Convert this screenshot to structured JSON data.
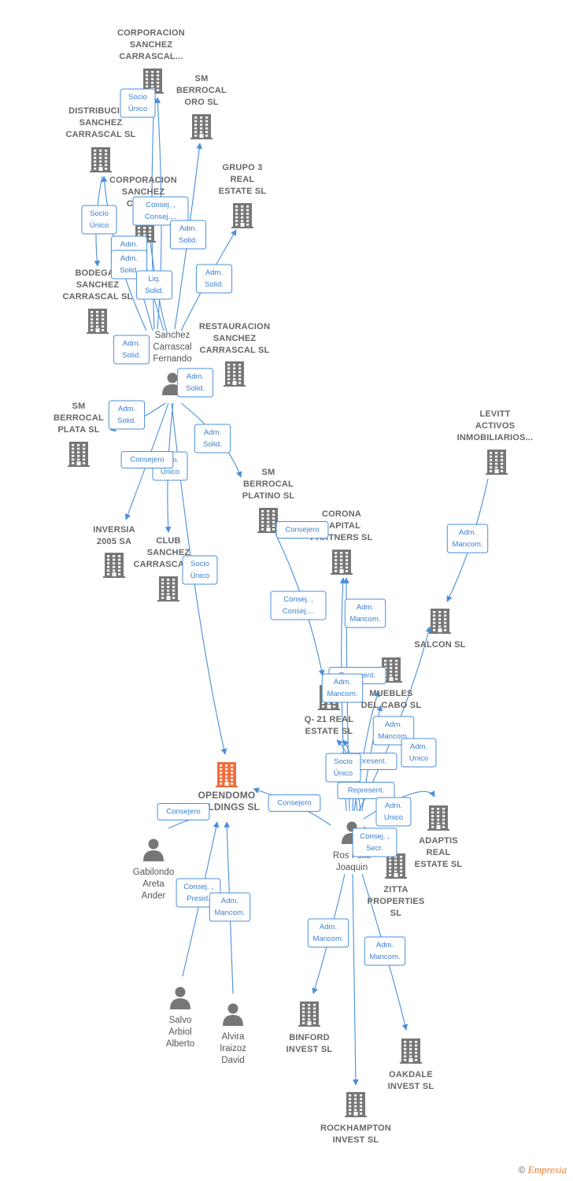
{
  "companies": [
    {
      "id": "corp1",
      "label": [
        "CORPORACION",
        "SANCHEZ",
        "CARRASCAL..."
      ]
    },
    {
      "id": "smoro",
      "label": [
        "SM",
        "BERROCAL",
        "ORO SL"
      ]
    },
    {
      "id": "dist",
      "label": [
        "DISTRIBUCION",
        "SANCHEZ",
        "CARRASCAL SL"
      ]
    },
    {
      "id": "corp2",
      "label": [
        "CORPORACION",
        "SANCHEZ",
        "CARR..."
      ]
    },
    {
      "id": "grupo3",
      "label": [
        "GRUPO 3",
        "REAL",
        "ESTATE  SL"
      ]
    },
    {
      "id": "bodegas",
      "label": [
        "BODEGAS",
        "SANCHEZ",
        "CARRASCAL SL"
      ]
    },
    {
      "id": "restauracion",
      "label": [
        "RESTAURACION",
        "SANCHEZ",
        "CARRASCAL SL"
      ]
    },
    {
      "id": "smplata",
      "label": [
        "SM",
        "BERROCAL",
        "PLATA SL"
      ]
    },
    {
      "id": "smplatino",
      "label": [
        "SM",
        "BERROCAL",
        "PLATINO SL"
      ]
    },
    {
      "id": "levitt",
      "label": [
        "LEVITT",
        "ACTIVOS",
        "INMOBILIARIOS..."
      ]
    },
    {
      "id": "inversia",
      "label": [
        "INVERSIA",
        "2005 SA"
      ]
    },
    {
      "id": "club",
      "label": [
        "CLUB",
        "SANCHEZ",
        "CARRASCAL SL"
      ]
    },
    {
      "id": "corona",
      "label": [
        "CORONA",
        "CAPITAL",
        "PARTNERS SL"
      ]
    },
    {
      "id": "salcon",
      "label": [
        "SALCON  SL"
      ]
    },
    {
      "id": "muebles",
      "label": [
        "MUEBLES",
        "DEL CABO SL"
      ]
    },
    {
      "id": "q21",
      "label": [
        "Q- 21 REAL",
        "ESTATE  SL"
      ]
    },
    {
      "id": "opendomo",
      "label": [
        "OPENDOMO",
        "HOLDINGS  SL"
      ]
    },
    {
      "id": "adaptis",
      "label": [
        "ADAPTIS",
        "REAL",
        "ESTATE  SL"
      ]
    },
    {
      "id": "zitta",
      "label": [
        "ZITTA",
        "PROPERTIES",
        "SL"
      ]
    },
    {
      "id": "binford",
      "label": [
        "BINFORD",
        "INVEST  SL"
      ]
    },
    {
      "id": "oakdale",
      "label": [
        "OAKDALE",
        "INVEST  SL"
      ]
    },
    {
      "id": "rockhampton",
      "label": [
        "ROCKHAMPTON",
        "INVEST  SL"
      ]
    }
  ],
  "persons": [
    {
      "id": "sanchez",
      "label": [
        "Sanchez",
        "Carrascal",
        "Fernando"
      ]
    },
    {
      "id": "gabilondo",
      "label": [
        "Gabilondo",
        "Areta",
        "Ander"
      ]
    },
    {
      "id": "ros",
      "label": [
        "Ros Felis",
        "Joaquin"
      ]
    },
    {
      "id": "salvo",
      "label": [
        "Salvo",
        "Arbiol",
        "Alberto"
      ]
    },
    {
      "id": "alvira",
      "label": [
        "Alvira",
        "Iraizoz",
        "David"
      ]
    }
  ],
  "edge_labels": [
    {
      "id": "e1",
      "lines": [
        "Socio",
        "Único"
      ]
    },
    {
      "id": "e2",
      "lines": [
        "Socio",
        "Único"
      ]
    },
    {
      "id": "e3",
      "lines": [
        "Consej. ,",
        "Consej...."
      ]
    },
    {
      "id": "e4",
      "lines": [
        "Adm.",
        "Solid."
      ]
    },
    {
      "id": "e5",
      "lines": [
        "Adm.",
        "Solid."
      ]
    },
    {
      "id": "e6",
      "lines": [
        "Adm.",
        "Solid."
      ]
    },
    {
      "id": "e7",
      "lines": [
        "Liq.",
        "Solid."
      ]
    },
    {
      "id": "e8",
      "lines": [
        "Adm.",
        "Solid."
      ]
    },
    {
      "id": "e9",
      "lines": [
        "Adm.",
        "Solid."
      ]
    },
    {
      "id": "e10",
      "lines": [
        "Adm.",
        "Solid."
      ]
    },
    {
      "id": "e11",
      "lines": [
        "Adm.",
        "Solid."
      ]
    },
    {
      "id": "e12",
      "lines": [
        "Adm.",
        "Solid."
      ]
    },
    {
      "id": "e13",
      "lines": [
        "Adm.",
        "Unico"
      ]
    },
    {
      "id": "e14",
      "lines": [
        "Consejero"
      ]
    },
    {
      "id": "e15",
      "lines": [
        "Consejero"
      ]
    },
    {
      "id": "e16",
      "lines": [
        "Socio",
        "Único"
      ]
    },
    {
      "id": "e17",
      "lines": [
        "Adm.",
        "Mancom."
      ]
    },
    {
      "id": "e18",
      "lines": [
        "Consej. ,",
        "Consej...."
      ]
    },
    {
      "id": "e19",
      "lines": [
        "Adm.",
        "Mancom."
      ]
    },
    {
      "id": "e20",
      "lines": [
        "Represent."
      ]
    },
    {
      "id": "e21",
      "lines": [
        "Adm.",
        "Mancom."
      ]
    },
    {
      "id": "e22",
      "lines": [
        "Adm.",
        "Mancom."
      ]
    },
    {
      "id": "e23",
      "lines": [
        "Adm.",
        "Unico"
      ]
    },
    {
      "id": "e24",
      "lines": [
        "Represent."
      ]
    },
    {
      "id": "e25",
      "lines": [
        "Socio",
        "Único"
      ]
    },
    {
      "id": "e26",
      "lines": [
        "Represent."
      ]
    },
    {
      "id": "e27",
      "lines": [
        "Adm.",
        "Unico"
      ]
    },
    {
      "id": "e28",
      "lines": [
        "Consej. ,",
        "Secr."
      ]
    },
    {
      "id": "e29",
      "lines": [
        "Consejero"
      ]
    },
    {
      "id": "e30",
      "lines": [
        "Consejero"
      ]
    },
    {
      "id": "e31",
      "lines": [
        "Consej. ,",
        "Presid."
      ]
    },
    {
      "id": "e32",
      "lines": [
        "Adm.",
        "Mancom."
      ]
    },
    {
      "id": "e33",
      "lines": [
        "Adm.",
        "Mancom."
      ]
    },
    {
      "id": "e34",
      "lines": [
        "Adm.",
        "Mancom."
      ]
    }
  ],
  "footer": {
    "copyright": "©",
    "brand": "Empresia"
  },
  "colors": {
    "edge": "#4a8fdb",
    "building": "#777777",
    "main_building": "#f26b3a",
    "person": "#777777"
  }
}
